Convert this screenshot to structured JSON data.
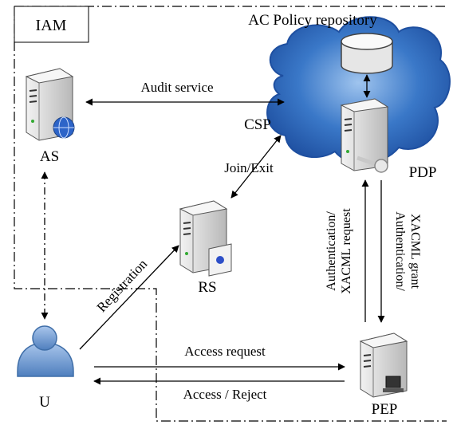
{
  "labels": {
    "iam": "IAM",
    "repository": "AC Policy repository",
    "as": "AS",
    "csp": "CSP",
    "pdp": "PDP",
    "rs": "RS",
    "user": "U",
    "pep": "PEP"
  },
  "edges": {
    "audit_service": "Audit service",
    "join_exit": "Join/Exit",
    "registration": "Registration",
    "access_request": "Access request",
    "access_reject": "Access / Reject",
    "auth_req_line1": "Authentication/",
    "auth_req_line2": "XACML request",
    "auth_grant_line1": "Authentication/",
    "auth_grant_line2": "XACML grant"
  },
  "colors": {
    "cloud_fill": "#3a78c8",
    "cloud_edge": "#1e4fa0",
    "server_body": "#d6d6d6",
    "server_dark": "#9a9a9a",
    "user_fill": "#7fa6d9",
    "user_edge": "#3f6ea8"
  }
}
